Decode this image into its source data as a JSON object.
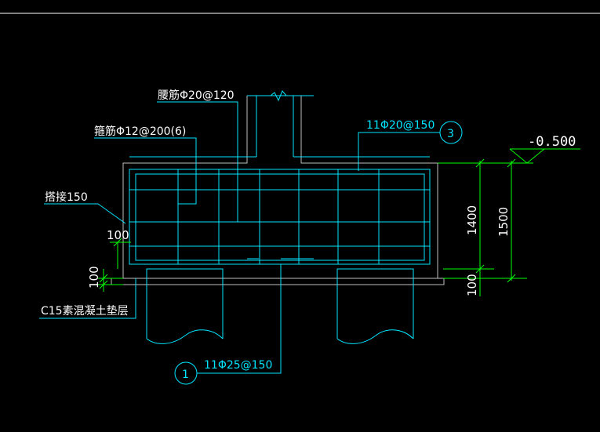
{
  "drawing": {
    "colors": {
      "background": "#000000",
      "rebar": "#00e5ff",
      "dimension": "#00ff00",
      "text": "#ffffff",
      "concrete_outline": "#c0c0c0"
    },
    "labels": {
      "waist_bar": "腰筋Φ20@120",
      "stirrup": "箍筋Φ12@200(6)",
      "lap": "搭接150",
      "top_bar": "11Φ20@150",
      "bottom_bar": "11Φ25@150",
      "bedding": "C15素混凝土垫层"
    },
    "markers": {
      "top_marker": "3",
      "bottom_marker": "1"
    },
    "elevation": "-0.500",
    "dimensions": {
      "depth_inner": "1400",
      "depth_total": "1500",
      "bottom_gap": "100",
      "left_cover": "100",
      "left_bedding": "100"
    }
  }
}
